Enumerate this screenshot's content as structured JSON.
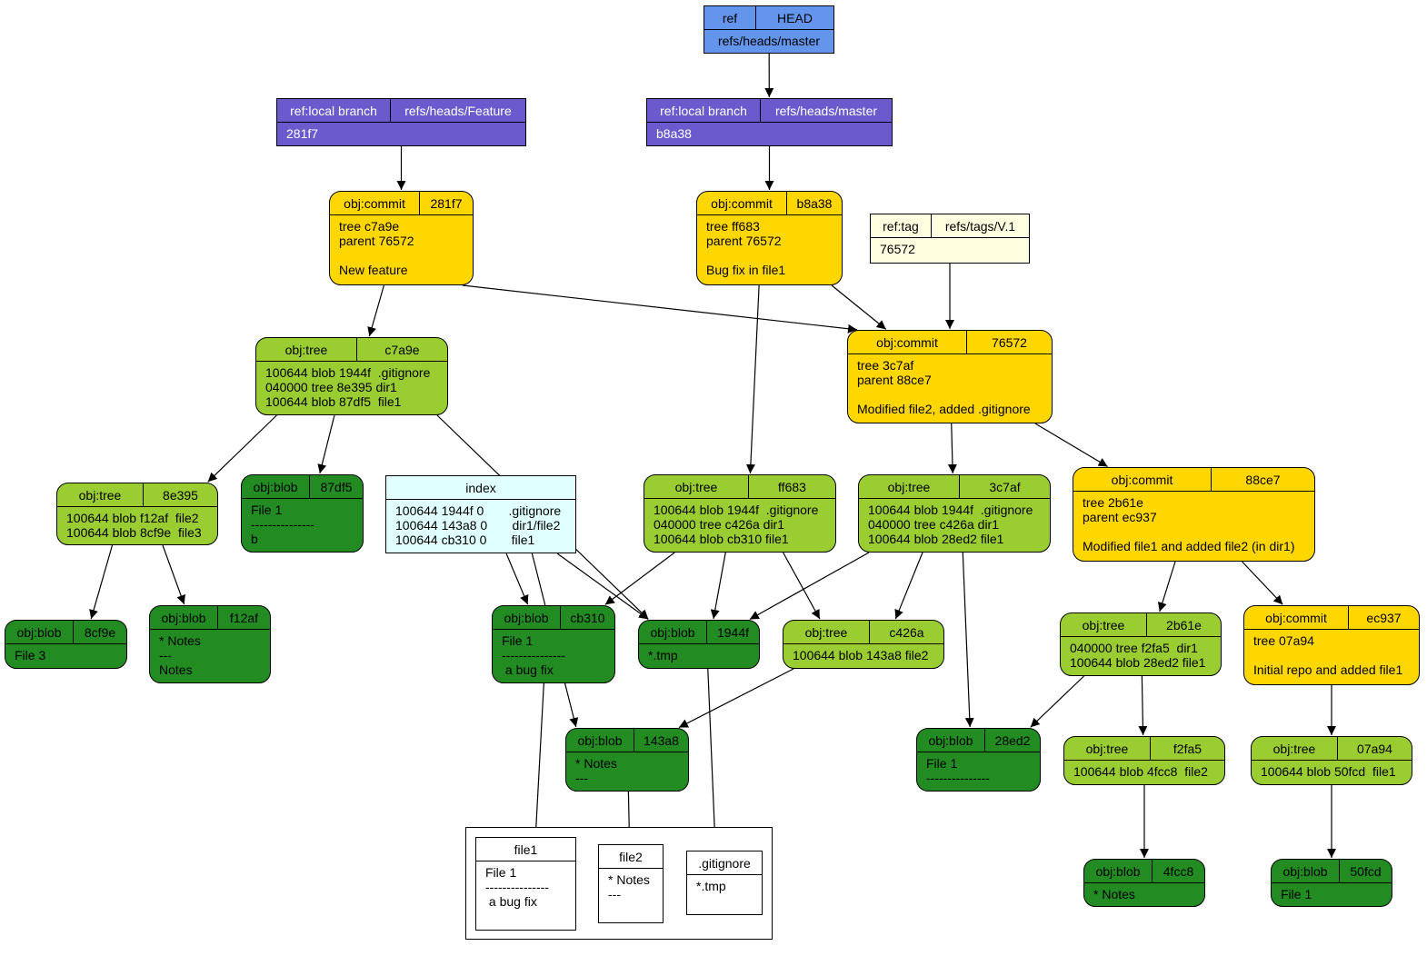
{
  "nodes": {
    "head": {
      "k1": "ref",
      "k2": "HEAD",
      "body": "refs/heads/master"
    },
    "feature_branch": {
      "k1": "ref:local branch",
      "k2": "refs/heads/Feature",
      "body": "281f7"
    },
    "master_branch": {
      "k1": "ref:local branch",
      "k2": "refs/heads/master",
      "body": "b8a38"
    },
    "commit_281f7": {
      "k1": "obj:commit",
      "k2": "281f7",
      "body": "tree c7a9e\nparent 76572\n\nNew feature"
    },
    "commit_b8a38": {
      "k1": "obj:commit",
      "k2": "b8a38",
      "body": "tree ff683\nparent 76572\n\nBug fix in file1"
    },
    "tag_v1": {
      "k1": "ref:tag",
      "k2": "refs/tags/V.1",
      "body": "76572"
    },
    "commit_76572": {
      "k1": "obj:commit",
      "k2": "76572",
      "body": "tree 3c7af\nparent 88ce7\n\nModified file2, added .gitignore"
    },
    "tree_c7a9e": {
      "k1": "obj:tree",
      "k2": "c7a9e",
      "body": "100644 blob 1944f  .gitignore\n040000 tree 8e395 dir1\n100644 blob 87df5  file1"
    },
    "tree_8e395": {
      "k1": "obj:tree",
      "k2": "8e395",
      "body": "100644 blob f12af  file2\n100644 blob 8cf9e  file3"
    },
    "blob_87df5": {
      "k1": "obj:blob",
      "k2": "87df5",
      "body": "File 1\n---------------\nb"
    },
    "index": {
      "title": "index",
      "body": "100644 1944f 0       .gitignore\n100644 143a8 0       dir1/file2\n100644 cb310 0       file1"
    },
    "tree_ff683": {
      "k1": "obj:tree",
      "k2": "ff683",
      "body": "100644 blob 1944f  .gitignore\n040000 tree c426a dir1\n100644 blob cb310 file1"
    },
    "tree_3c7af": {
      "k1": "obj:tree",
      "k2": "3c7af",
      "body": "100644 blob 1944f  .gitignore\n040000 tree c426a dir1\n100644 blob 28ed2 file1"
    },
    "commit_88ce7": {
      "k1": "obj:commit",
      "k2": "88ce7",
      "body": "tree 2b61e\nparent ec937\n\nModified file1 and added file2 (in dir1)"
    },
    "blob_8cf9e": {
      "k1": "obj:blob",
      "k2": "8cf9e",
      "body": "File 3"
    },
    "blob_f12af": {
      "k1": "obj:blob",
      "k2": "f12af",
      "body": "* Notes\n---\nNotes"
    },
    "blob_cb310": {
      "k1": "obj:blob",
      "k2": "cb310",
      "body": "File 1\n---------------\n a bug fix"
    },
    "blob_1944f": {
      "k1": "obj:blob",
      "k2": "1944f",
      "body": "*.tmp"
    },
    "tree_c426a": {
      "k1": "obj:tree",
      "k2": "c426a",
      "body": "100644 blob 143a8 file2"
    },
    "tree_2b61e": {
      "k1": "obj:tree",
      "k2": "2b61e",
      "body": "040000 tree f2fa5  dir1\n100644 blob 28ed2 file1"
    },
    "commit_ec937": {
      "k1": "obj:commit",
      "k2": "ec937",
      "body": "tree 07a94\n\nInitial repo and added file1"
    },
    "blob_143a8": {
      "k1": "obj:blob",
      "k2": "143a8",
      "body": "* Notes\n---"
    },
    "blob_28ed2": {
      "k1": "obj:blob",
      "k2": "28ed2",
      "body": "File 1\n---------------"
    },
    "tree_f2fa5": {
      "k1": "obj:tree",
      "k2": "f2fa5",
      "body": "100644 blob 4fcc8  file2"
    },
    "tree_07a94": {
      "k1": "obj:tree",
      "k2": "07a94",
      "body": "100644 blob 50fcd  file1"
    },
    "blob_4fcc8": {
      "k1": "obj:blob",
      "k2": "4fcc8",
      "body": "* Notes"
    },
    "blob_50fcd": {
      "k1": "obj:blob",
      "k2": "50fcd",
      "body": "File 1"
    },
    "wd_file1": {
      "title": "file1",
      "body": "File 1\n---------------\n a bug fix"
    },
    "wd_file2": {
      "title": "file2",
      "body": "* Notes\n---"
    },
    "wd_gitignore": {
      "title": ".gitignore",
      "body": "*.tmp"
    }
  },
  "colors": {
    "ref": "#6495ed",
    "branch": "#6a5acd",
    "commit": "#ffd700",
    "tree": "#9acd32",
    "blob": "#228b22",
    "tag": "#ffffe0",
    "index": "#e0ffff"
  },
  "edges": [
    [
      "head",
      "master_branch"
    ],
    [
      "feature_branch",
      "commit_281f7"
    ],
    [
      "master_branch",
      "commit_b8a38"
    ],
    [
      "commit_281f7",
      "tree_c7a9e"
    ],
    [
      "commit_281f7",
      "commit_76572"
    ],
    [
      "commit_b8a38",
      "commit_76572"
    ],
    [
      "commit_b8a38",
      "tree_ff683"
    ],
    [
      "tag_v1",
      "commit_76572"
    ],
    [
      "commit_76572",
      "tree_3c7af"
    ],
    [
      "commit_76572",
      "commit_88ce7"
    ],
    [
      "tree_c7a9e",
      "tree_8e395"
    ],
    [
      "tree_c7a9e",
      "blob_87df5"
    ],
    [
      "tree_c7a9e",
      "blob_1944f"
    ],
    [
      "tree_8e395",
      "blob_8cf9e"
    ],
    [
      "tree_8e395",
      "blob_f12af"
    ],
    [
      "index",
      "blob_cb310"
    ],
    [
      "index",
      "blob_1944f"
    ],
    [
      "index",
      "blob_143a8"
    ],
    [
      "tree_ff683",
      "blob_cb310"
    ],
    [
      "tree_ff683",
      "blob_1944f"
    ],
    [
      "tree_ff683",
      "tree_c426a"
    ],
    [
      "tree_3c7af",
      "blob_1944f"
    ],
    [
      "tree_3c7af",
      "tree_c426a"
    ],
    [
      "tree_3c7af",
      "blob_28ed2"
    ],
    [
      "commit_88ce7",
      "tree_2b61e"
    ],
    [
      "commit_88ce7",
      "commit_ec937"
    ],
    [
      "tree_c426a",
      "blob_143a8"
    ],
    [
      "tree_2b61e",
      "blob_28ed2"
    ],
    [
      "tree_2b61e",
      "tree_f2fa5"
    ],
    [
      "commit_ec937",
      "tree_07a94"
    ],
    [
      "tree_f2fa5",
      "blob_4fcc8"
    ],
    [
      "tree_07a94",
      "blob_50fcd"
    ],
    [
      "blob_cb310",
      "wd_file1"
    ],
    [
      "blob_143a8",
      "wd_file2"
    ],
    [
      "blob_1944f",
      "wd_gitignore"
    ]
  ]
}
